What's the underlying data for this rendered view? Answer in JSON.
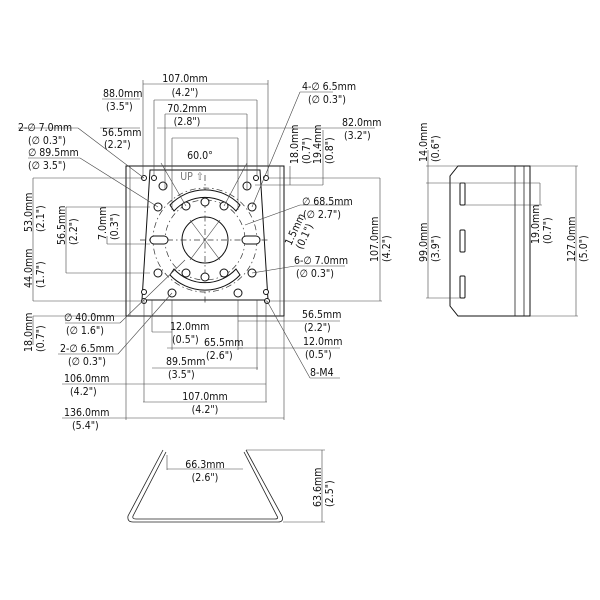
{
  "drawing": {
    "front": {
      "top_width": [
        "107.0mm",
        "(4.2\")"
      ],
      "w88": [
        "88.0mm",
        "(3.5\")"
      ],
      "w70": [
        "70.2mm",
        "(2.8\")"
      ],
      "holes_4": [
        "4-∅ 6.5mm",
        "(∅ 0.3\")"
      ],
      "w82": [
        "82.0mm",
        "(3.2\")"
      ],
      "holes_2_7": [
        "2-∅ 7.0mm",
        "(∅ 0.3\")"
      ],
      "w56_top": [
        "56.5mm",
        "(2.2\")"
      ],
      "d89": [
        "∅ 89.5mm",
        "(∅ 3.5\")"
      ],
      "angle": "60.0°",
      "v18_top": [
        "18.0mm",
        "(0.7\")"
      ],
      "v19_4": [
        "19.4mm",
        "(0.8\")"
      ],
      "up": "UP ⇧",
      "v53": [
        "53.0mm",
        "(2.1\")"
      ],
      "v56": [
        "56.5mm",
        "(2.2\")"
      ],
      "v7": [
        "7.0mm",
        "(0.3\")"
      ],
      "d68": [
        "∅ 68.5mm",
        "(∅ 2.7\")"
      ],
      "t1_5": [
        "1.5mm",
        "(0.1\")"
      ],
      "v107": [
        "107.0mm",
        "(4.2\")"
      ],
      "holes_6": [
        "6-∅ 7.0mm",
        "(∅ 0.3\")"
      ],
      "v44": [
        "44.0mm",
        "(1.7\")"
      ],
      "v18_bot": [
        "18.0mm",
        "(0.7\")"
      ],
      "d40": [
        "∅ 40.0mm",
        "(∅ 1.6\")"
      ],
      "w12_left": [
        "12.0mm",
        "(0.5\")"
      ],
      "w65": [
        "65.5mm",
        "(2.6\")"
      ],
      "w56_bot": [
        "56.5mm",
        "(2.2\")"
      ],
      "w12_right": [
        "12.0mm",
        "(0.5\")"
      ],
      "holes_2_6": [
        "2-∅ 6.5mm",
        "(∅ 0.3\")"
      ],
      "w89": [
        "89.5mm",
        "(3.5\")"
      ],
      "m4": "8-M4",
      "w106": [
        "106.0mm",
        "(4.2\")"
      ],
      "w107_bot": [
        "107.0mm",
        "(4.2\")"
      ],
      "w136": [
        "136.0mm",
        "(5.4\")"
      ]
    },
    "side": {
      "v14": [
        "14.0mm",
        "(0.6\")"
      ],
      "v99": [
        "99.0mm",
        "(3.9\")"
      ],
      "v19": [
        "19.0mm",
        "(0.7\")"
      ],
      "v127": [
        "127.0mm",
        "(5.0\")"
      ]
    },
    "bottom": {
      "w66": [
        "66.3mm",
        "(2.6\")"
      ],
      "v63": [
        "63.6mm",
        "(2.5\")"
      ]
    }
  }
}
